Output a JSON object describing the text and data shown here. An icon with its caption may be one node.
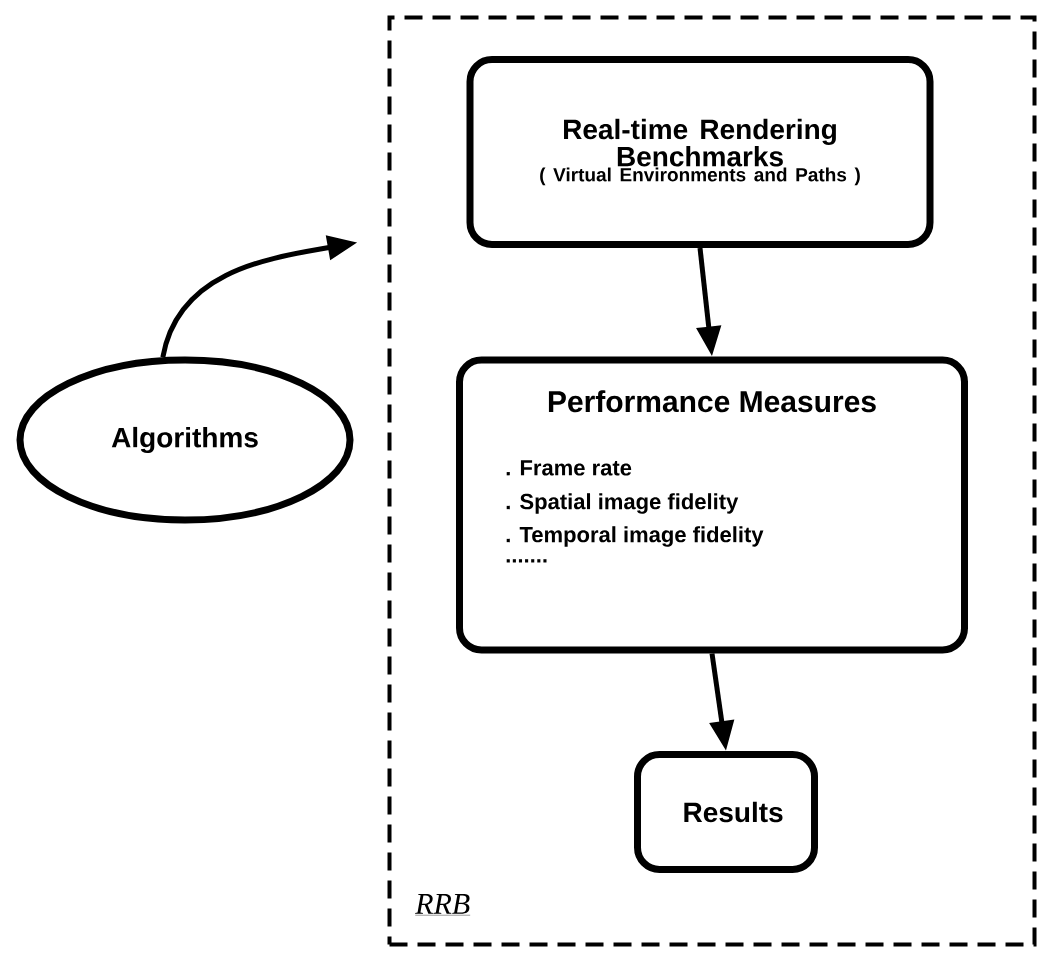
{
  "diagram": {
    "nodes": [
      {
        "text": [
          "RRB"
        ]
      },
      {
        "text": [
          "Real-time Rendering Benchmarks",
          "( Virtual Environments and Paths )"
        ],
        "in": 0
      },
      {
        "text": [
          "Performance Measures",
          ". Frame rate",
          ". Spatial image fidelity",
          ". Temporal image fidelity",
          "......."
        ],
        "in": 0
      },
      {
        "text": [
          "Results"
        ],
        "in": 0
      },
      {
        "text": [
          "Algorithms"
        ]
      }
    ],
    "edges": [
      {
        "from": 1,
        "to": 2,
        "arrow": "to"
      },
      {
        "from": 2,
        "to": 3,
        "arrow": "to"
      },
      {
        "from": 4,
        "to": 0,
        "arrow": "to"
      }
    ]
  }
}
